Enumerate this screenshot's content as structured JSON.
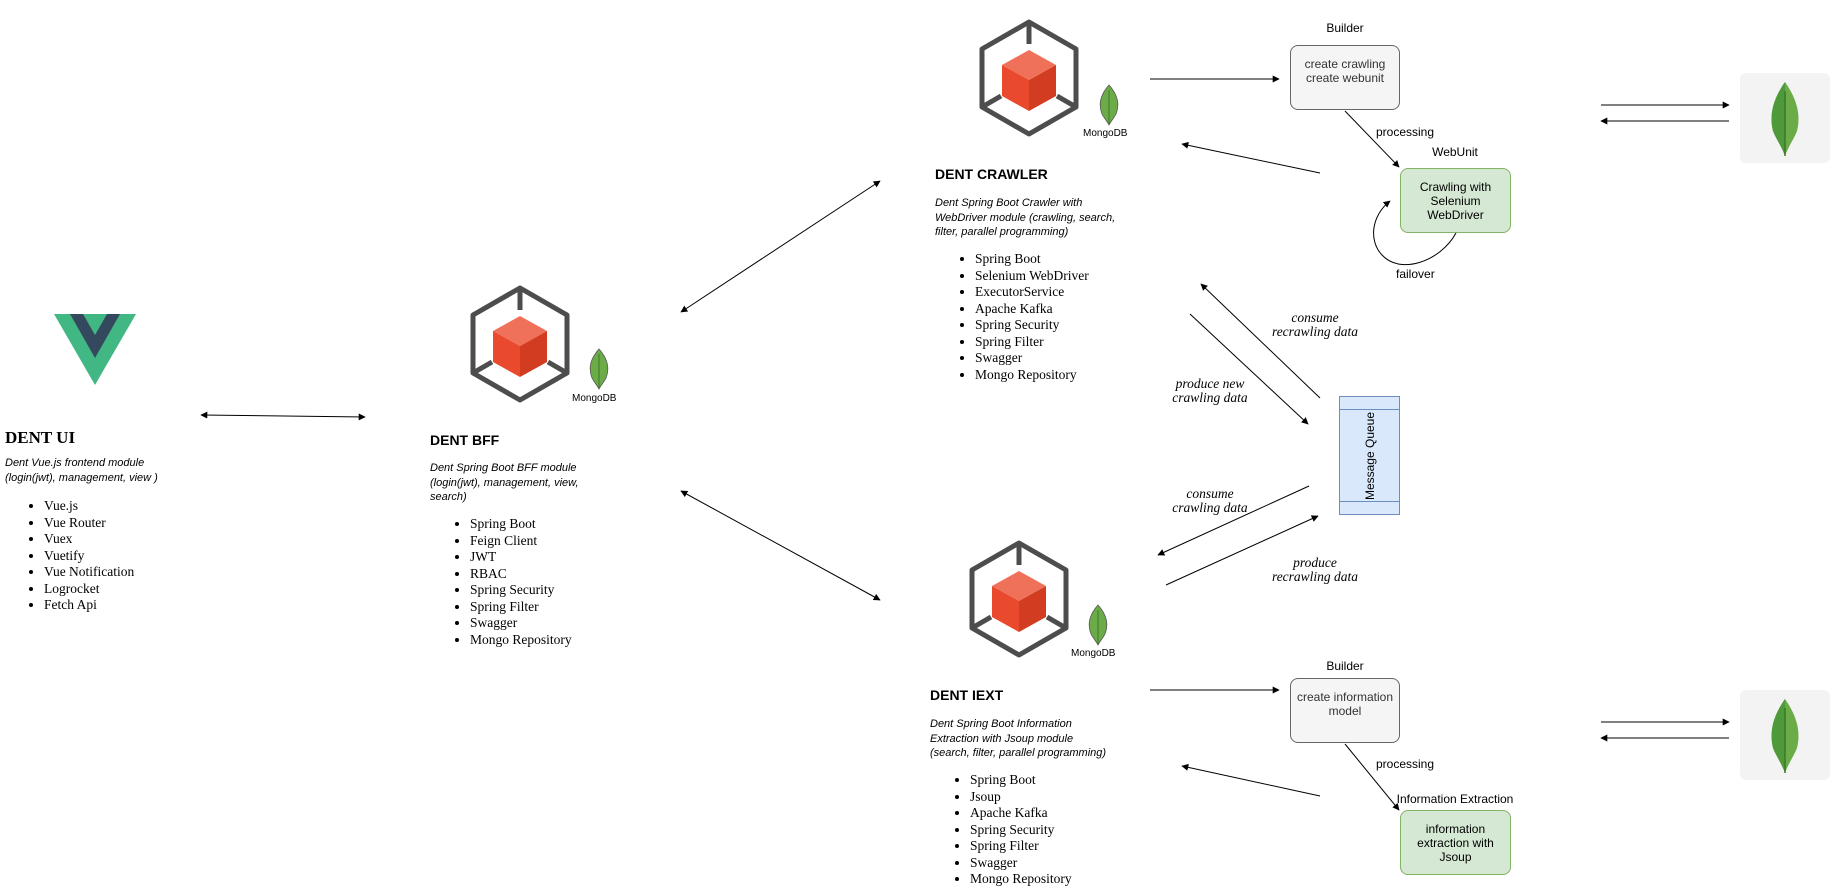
{
  "ui": {
    "title": "DENT UI",
    "desc": [
      "Dent Vue.js frontend module",
      "(login(jwt), management, view )"
    ],
    "tech": [
      "Vue.js",
      "Vue Router",
      "Vuex",
      "Vuetify",
      "Vue Notification",
      "Logrocket",
      "Fetch Api"
    ]
  },
  "bff": {
    "title": "DENT BFF",
    "desc": [
      "Dent Spring Boot BFF module",
      "(login(jwt), management, view,",
      "search)"
    ],
    "tech": [
      "Spring Boot",
      "Feign Client",
      "JWT",
      "RBAC",
      "Spring Security",
      "Spring Filter",
      "Swagger",
      "Mongo Repository"
    ],
    "db_label": "MongoDB"
  },
  "crawler": {
    "title": "DENT CRAWLER",
    "desc": [
      "Dent Spring Boot Crawler with",
      "WebDriver module (crawling, search,",
      "filter, parallel programming)"
    ],
    "tech": [
      "Spring Boot",
      "Selenium WebDriver",
      "ExecutorService",
      "Apache Kafka",
      "Spring Security",
      "Spring Filter",
      "Swagger",
      "Mongo Repository"
    ],
    "db_label": "MongoDB",
    "builder_label": "Builder",
    "builder_box": [
      "create crawling",
      "create webunit"
    ],
    "processing_label": "processing",
    "webunit_label": "WebUnit",
    "webunit_box": [
      "Crawling with",
      "Selenium",
      "WebDriver"
    ],
    "failover_label": "failover"
  },
  "iext": {
    "title": "DENT IEXT",
    "desc": [
      "Dent Spring Boot Information",
      "Extraction with Jsoup module",
      "(search, filter, parallel programming)"
    ],
    "tech": [
      "Spring Boot",
      "Jsoup",
      "Apache Kafka",
      "Spring Security",
      "Spring Filter",
      "Swagger",
      "Mongo Repository"
    ],
    "db_label": "MongoDB",
    "builder_label": "Builder",
    "builder_box": [
      "create information",
      "model"
    ],
    "processing_label": "processing",
    "extraction_label": "Information Extraction",
    "extraction_box": [
      "information",
      "extraction with",
      "Jsoup"
    ]
  },
  "queue": {
    "label": "Message Queue",
    "consume_recrawling": [
      "consume",
      "recrawling data"
    ],
    "produce_new_crawling": [
      "produce new",
      "crawling data"
    ],
    "consume_crawling": [
      "consume",
      "crawling data"
    ],
    "produce_recrawling": [
      "produce",
      "recrawling data"
    ]
  },
  "colors": {
    "vue_green": "#41b883",
    "vue_dark": "#34495e",
    "spring_red": "#e94a2d",
    "cube_gray": "#4d4d4d",
    "mongo_green": "#6cac48",
    "box_gray": "#f5f5f5",
    "box_green": "#d5e8d4",
    "queue_blue": "#dae8fc"
  },
  "icons": [
    "vue-logo-icon",
    "spring-cube-icon",
    "mongodb-leaf-icon"
  ]
}
